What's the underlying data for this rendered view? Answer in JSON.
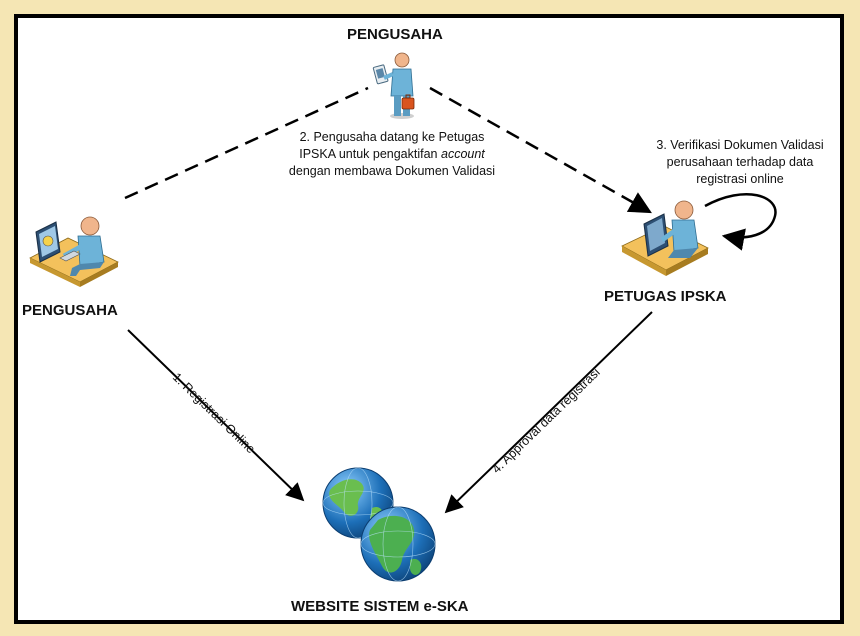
{
  "nodes": {
    "top_actor": "PENGUSAHA",
    "left_actor": "PENGUSAHA",
    "right_actor": "PETUGAS IPSKA",
    "website": "WEBSITE SISTEM e-SKA"
  },
  "steps": {
    "step1": "1. Registrasi Online",
    "step2": {
      "line1": "2. Pengusaha datang ke Petugas",
      "line2_prefix": "IPSKA untuk pengaktifan ",
      "line2_italic": "account",
      "line3": "dengan membawa Dokumen Validasi"
    },
    "step3": {
      "line1": "3. Verifikasi Dokumen Validasi",
      "line2": "perusahaan terhadap data",
      "line3": "registrasi online"
    },
    "step4": "4. Approval data registrasi"
  },
  "icons": {
    "top_actor": "businessman-with-briefcase-icon",
    "left_actor": "person-at-computer-desk-icon",
    "right_actor": "officer-at-computer-desk-icon",
    "website": "globe-icon"
  },
  "colors": {
    "background": "#f5e6b4",
    "person": "#f0b58c",
    "shirt": "#6db3d8",
    "globe_ocean": "#1d6fb8",
    "globe_land": "#4caf50",
    "briefcase": "#d9541e"
  }
}
